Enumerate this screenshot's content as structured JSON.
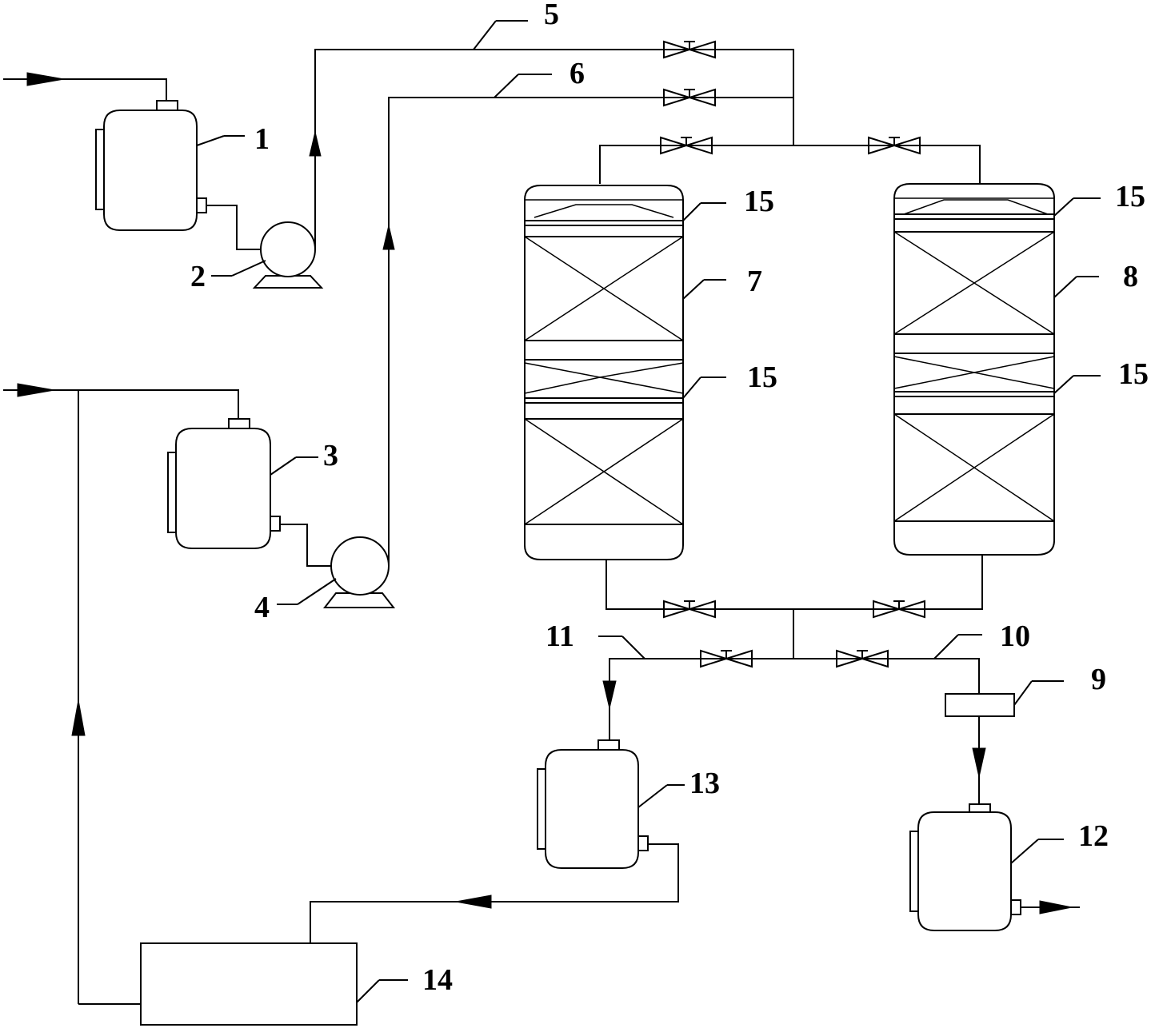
{
  "diagram": {
    "labels": {
      "tank_1": "1",
      "pump_2": "2",
      "tank_3": "3",
      "pump_4": "4",
      "line_5": "5",
      "line_6": "6",
      "column_7": "7",
      "column_8": "8",
      "filter_9": "9",
      "line_10": "10",
      "line_11": "11",
      "tank_12": "12",
      "tank_13": "13",
      "unit_14": "14",
      "distributor_15": "15"
    },
    "line_color": "#000000",
    "background": "#ffffff"
  }
}
